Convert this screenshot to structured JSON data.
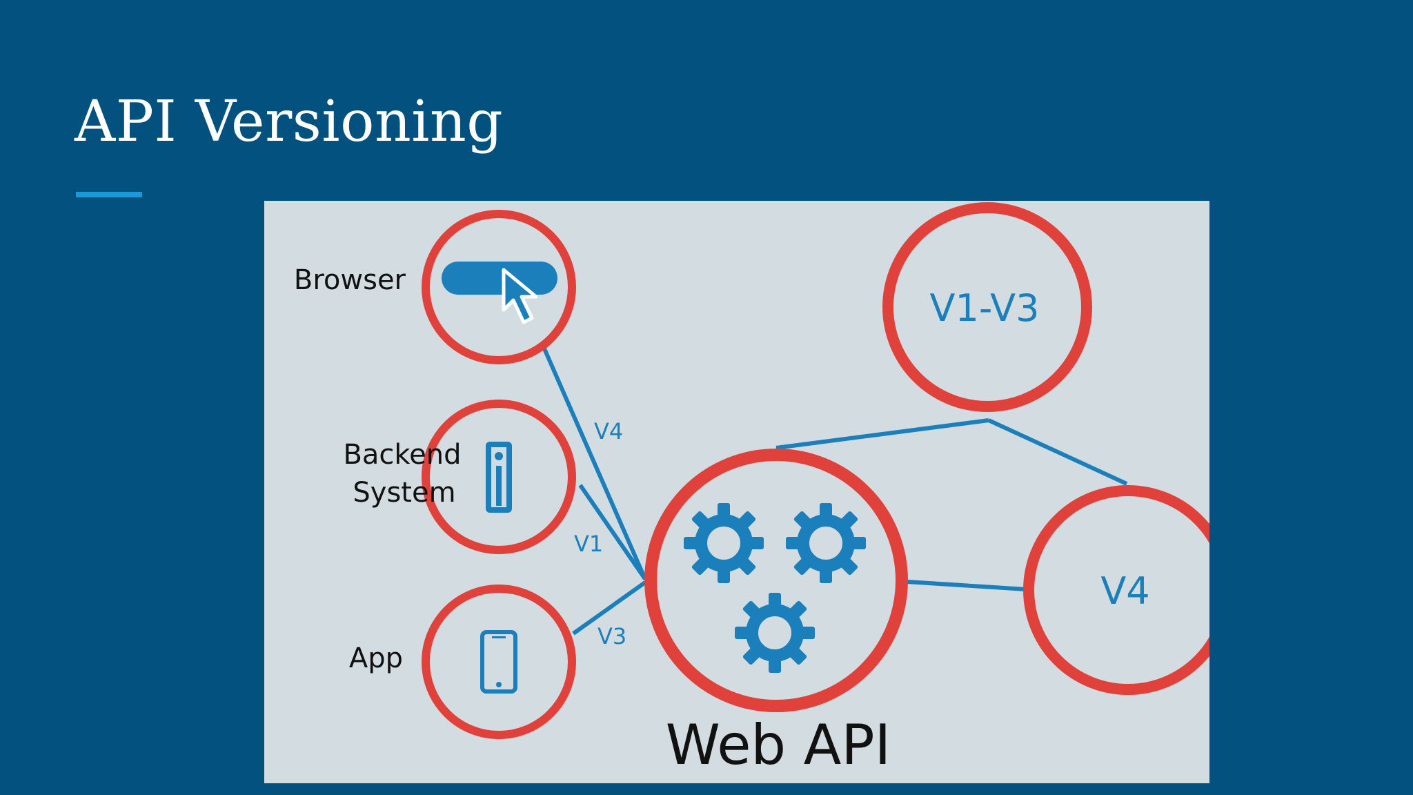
{
  "slide": {
    "title": "API Versioning"
  },
  "diagram": {
    "clients": {
      "browser": "Browser",
      "backend_line1": "Backend",
      "backend_line2": "System",
      "app": "App"
    },
    "edges": {
      "browser": "V4",
      "backend": "V1",
      "app": "V3"
    },
    "versions": {
      "legacy": "V1-V3",
      "current": "V4"
    },
    "server_label": "Web API",
    "icons": {
      "browser": "browser-bar-cursor-icon",
      "backend": "server-tower-icon",
      "app": "smartphone-icon",
      "server": "gears-icon"
    },
    "colors": {
      "background": "#03517f",
      "panel": "#d3dce1",
      "circle_ring": "#e0413a",
      "accent_blue": "#1a7fba",
      "title_underline": "#1a9ad9"
    }
  }
}
